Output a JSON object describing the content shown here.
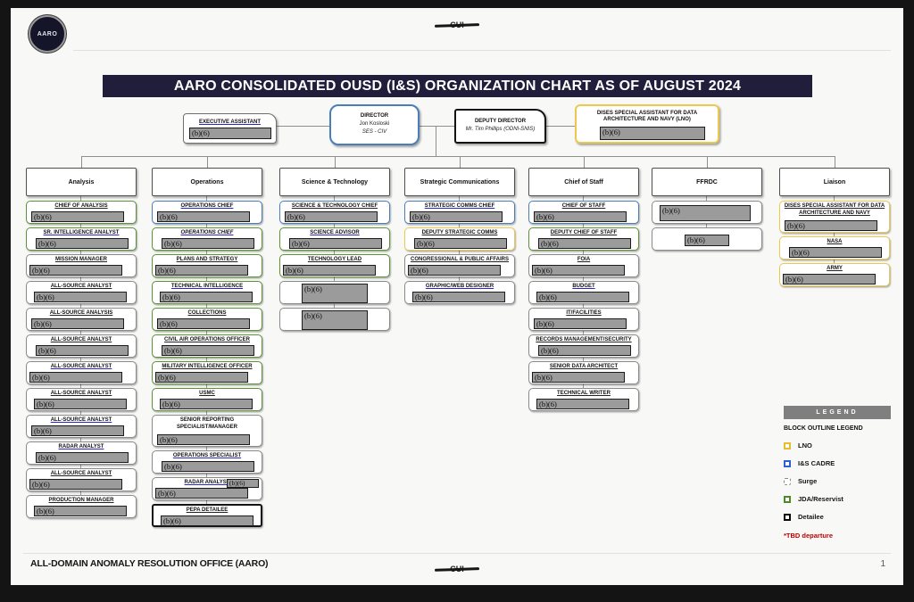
{
  "page": {
    "logo_text": "AARO",
    "cui_top": "CUI",
    "cui_bottom": "CUI",
    "footer": "ALL-DOMAIN ANOMALY RESOLUTION OFFICE (AARO)",
    "page_number": "1"
  },
  "title": "AARO CONSOLIDATED OUSD (I&S) ORGANIZATION CHART AS OF AUGUST 2024",
  "redaction_label": "(b)(6)",
  "top_row": {
    "executive_assistant": {
      "title": "EXECUTIVE ASSISTANT",
      "redacted": "(b)(6)"
    },
    "director": {
      "title": "DIRECTOR",
      "name": "Jon Kosloski",
      "subtitle": "SES - CIV",
      "outline": "blue"
    },
    "deputy_director": {
      "title": "DEPUTY DIRECTOR",
      "name": "Mr. Tim Phillips (ODNI-SNIS)",
      "outline": "black"
    },
    "dises_assistant": {
      "title": "DISES SPECIAL ASSISTANT FOR DATA ARCHITECTURE AND NAVY (LNO)",
      "redacted": "(b)(6)",
      "outline": "yellow"
    }
  },
  "columns": [
    {
      "header": "Analysis",
      "boxes": [
        {
          "title": "CHIEF OF ANALYSIS",
          "outline": "green"
        },
        {
          "title": "SR. INTELLIGENCE ANALYST",
          "outline": "green",
          "link": true
        },
        {
          "title": "MISSION MANAGER",
          "outline": "plain"
        },
        {
          "title": "ALL-SOURCE ANALYST",
          "outline": "plain"
        },
        {
          "title": "ALL-SOURCE ANALYSIS",
          "outline": "plain"
        },
        {
          "title": "ALL-SOURCE ANALYST",
          "outline": "plain"
        },
        {
          "title": "ALL-SOURCE ANALYST",
          "outline": "plain",
          "link": true
        },
        {
          "title": "ALL-SOURCE ANALYST",
          "outline": "plain"
        },
        {
          "title": "ALL-SOURCE ANALYST",
          "outline": "plain",
          "link": true
        },
        {
          "title": "RADAR ANALYST",
          "outline": "plain",
          "link": true
        },
        {
          "title": "ALL-SOURCE ANALYST",
          "outline": "plain"
        },
        {
          "title": "PRODUCTION MANAGER",
          "outline": "plain"
        }
      ]
    },
    {
      "header": "Operations",
      "boxes": [
        {
          "title": "OPERATIONS CHIEF",
          "outline": "blue",
          "link": true
        },
        {
          "title": "OPERATIONS CHIEF",
          "outline": "green",
          "link": true,
          "italic": true
        },
        {
          "title": "PLANS AND STRATEGY",
          "outline": "green"
        },
        {
          "title": "TECHNICAL INTELLIGENCE",
          "outline": "green",
          "link": true
        },
        {
          "title": "COLLECTIONS",
          "outline": "green"
        },
        {
          "title": "CIVIL AIR OPERATIONS OFFICER",
          "outline": "green"
        },
        {
          "title": "MILITARY INTELLIGENCE OFFICER",
          "outline": "green"
        },
        {
          "title": "USMC",
          "outline": "green"
        },
        {
          "title": "SENIOR REPORTING SPECIALIST/MANAGER",
          "outline": "plain",
          "tall": true,
          "nounder": true
        },
        {
          "title": "OPERATIONS SPECIALIST",
          "outline": "plain",
          "link": true
        },
        {
          "title": "RADAR ANALYST",
          "outline": "plain",
          "link": true,
          "extra": true
        },
        {
          "title": "PEPA DETAILEE",
          "outline": "black"
        }
      ]
    },
    {
      "header": "Science & Technology",
      "boxes": [
        {
          "title": "SCIENCE & TECHNOLOGY CHIEF",
          "outline": "blue"
        },
        {
          "title": "SCIENCE ADVISOR",
          "outline": "green",
          "link": true
        },
        {
          "title": "TECHNOLOGY LEAD",
          "outline": "green"
        },
        {
          "title": "",
          "outline": "plain",
          "bar": "big"
        },
        {
          "title": "",
          "outline": "plain",
          "bar": "big"
        }
      ]
    },
    {
      "header": "Strategic Communications",
      "boxes": [
        {
          "title": "STRATEGIC COMMS CHIEF",
          "outline": "blue",
          "link": true
        },
        {
          "title": "DEPUTY STRATEGIC COMMS",
          "outline": "yellow"
        },
        {
          "title": "CONGRESSIONAL & PUBLIC AFFAIRS",
          "outline": "plain"
        },
        {
          "title": "GRAPHIC/WEB DESIGNER",
          "outline": "plain",
          "link": true
        }
      ]
    },
    {
      "header": "Chief of Staff",
      "boxes": [
        {
          "title": "CHIEF OF STAFF",
          "outline": "blue"
        },
        {
          "title": "DEPUTY CHIEF OF STAFF",
          "outline": "green"
        },
        {
          "title": "FOIA",
          "outline": "plain"
        },
        {
          "title": "BUDGET",
          "outline": "plain",
          "link": true
        },
        {
          "title": "IT/FACILITIES",
          "outline": "plain"
        },
        {
          "title": "RECORDS MANAGEMENT/SECURITY",
          "outline": "plain"
        },
        {
          "title": "SENIOR DATA ARCHITECT",
          "outline": "plain"
        },
        {
          "title": "TECHNICAL WRITER",
          "outline": "plain"
        }
      ]
    },
    {
      "header": "FFRDC",
      "boxes": [
        {
          "title": "",
          "outline": "plain",
          "bar": "wide"
        },
        {
          "title": "",
          "outline": "plain",
          "bar": "small"
        }
      ]
    },
    {
      "header": "Liaison",
      "boxes": [
        {
          "title": "DISES SPECIAL ASSISTANT FOR DATA ARCHITECTURE AND NAVY",
          "outline": "yellow",
          "tall": true
        },
        {
          "title": "NASA",
          "outline": "yellow"
        },
        {
          "title": "ARMY",
          "outline": "yellow"
        }
      ]
    }
  ],
  "legend": {
    "header": "LEGEND",
    "subtitle": "BLOCK OUTLINE LEGEND",
    "items": [
      {
        "key": "yellow",
        "label": "LNO"
      },
      {
        "key": "blue",
        "label": "I&S CADRE"
      },
      {
        "key": "dashed",
        "label": "Surge"
      },
      {
        "key": "green",
        "label": "JDA/Reservist"
      },
      {
        "key": "black",
        "label": "Detailee"
      }
    ],
    "note": "*TBD departure"
  },
  "colors": {
    "titlebar": "#211e3c",
    "outline_blue": "#4a7ebb",
    "outline_green": "#5f9138",
    "outline_yellow": "#edc84f",
    "outline_black": "#141414",
    "redaction_gray": "#9b9b9b",
    "tbd_red": "#c00000"
  }
}
